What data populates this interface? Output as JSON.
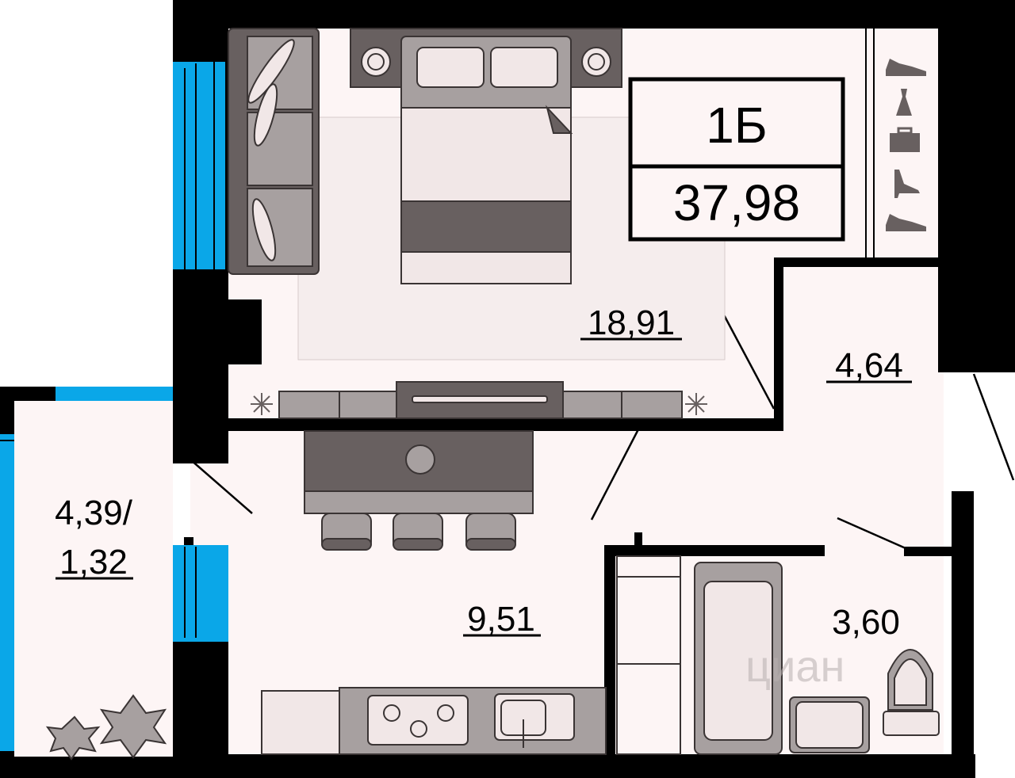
{
  "apartment": {
    "type": "1Б",
    "total_area": "37,98"
  },
  "rooms": {
    "bedroom": "18,91",
    "hallway": "4,64",
    "balcony_line1": "4,39/",
    "balcony_line2": "1,32",
    "kitchen": "9,51",
    "bathroom": "3,60"
  },
  "watermark": "циан",
  "colors": {
    "wall": "#000000",
    "floor": "#fdf5f5",
    "window": "#0aa7e8",
    "furniture_dark": "#686060",
    "furniture_mid": "#a7a0a0",
    "furniture_light": "#f1e7e7"
  },
  "icons": [
    "sneaker-icon",
    "dress-icon",
    "suitcase-icon",
    "heel-shoe-icon",
    "sneaker-icon",
    "plant-icon"
  ]
}
